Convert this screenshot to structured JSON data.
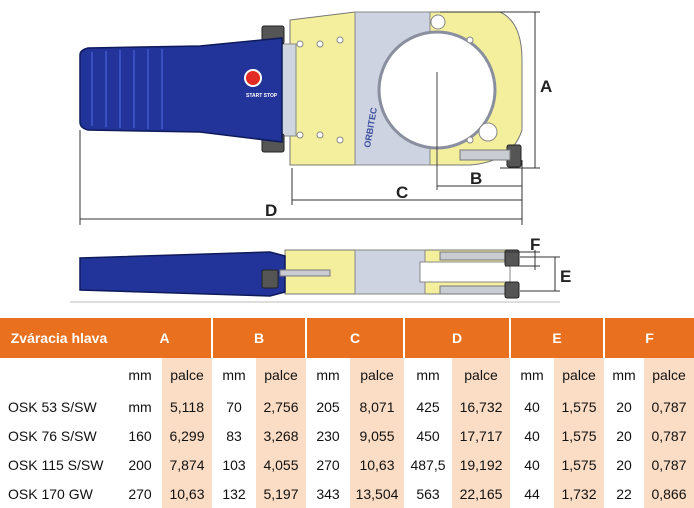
{
  "colors": {
    "accent": "#e8701e",
    "shade": "#fbdcc4",
    "handle": "#22349a",
    "head": "#f3ef9c",
    "plate": "#cdd3e1"
  },
  "drawing": {
    "labels": {
      "A": "A",
      "B": "B",
      "C": "C",
      "D": "D",
      "E": "E",
      "F": "F"
    },
    "brand": "ORBITEC",
    "button_text": "START STOP"
  },
  "table": {
    "header_title": "Zváracia hlava",
    "groups": [
      "A",
      "B",
      "C",
      "D",
      "E",
      "F"
    ],
    "units": [
      "mm",
      "palce",
      "mm",
      "palce",
      "mm",
      "palce",
      "mm",
      "palce",
      "mm",
      "palce",
      "mm",
      "palce"
    ],
    "rows": [
      {
        "model": "OSK 53 S/SW",
        "values": [
          "mm",
          "5,118",
          "70",
          "2,756",
          "205",
          "8,071",
          "425",
          "16,732",
          "40",
          "1,575",
          "20",
          "0,787"
        ]
      },
      {
        "model": "OSK 76 S/SW",
        "values": [
          "160",
          "6,299",
          "83",
          "3,268",
          "230",
          "9,055",
          "450",
          "17,717",
          "40",
          "1,575",
          "20",
          "0,787"
        ]
      },
      {
        "model": "OSK 115 S/SW",
        "values": [
          "200",
          "7,874",
          "103",
          "4,055",
          "270",
          "10,63",
          "487,5",
          "19,192",
          "40",
          "1,575",
          "20",
          "0,787"
        ]
      },
      {
        "model": "OSK 170 GW",
        "values": [
          "270",
          "10,63",
          "132",
          "5,197",
          "343",
          "13,504",
          "563",
          "22,165",
          "44",
          "1,732",
          "22",
          "0,866"
        ]
      }
    ]
  }
}
